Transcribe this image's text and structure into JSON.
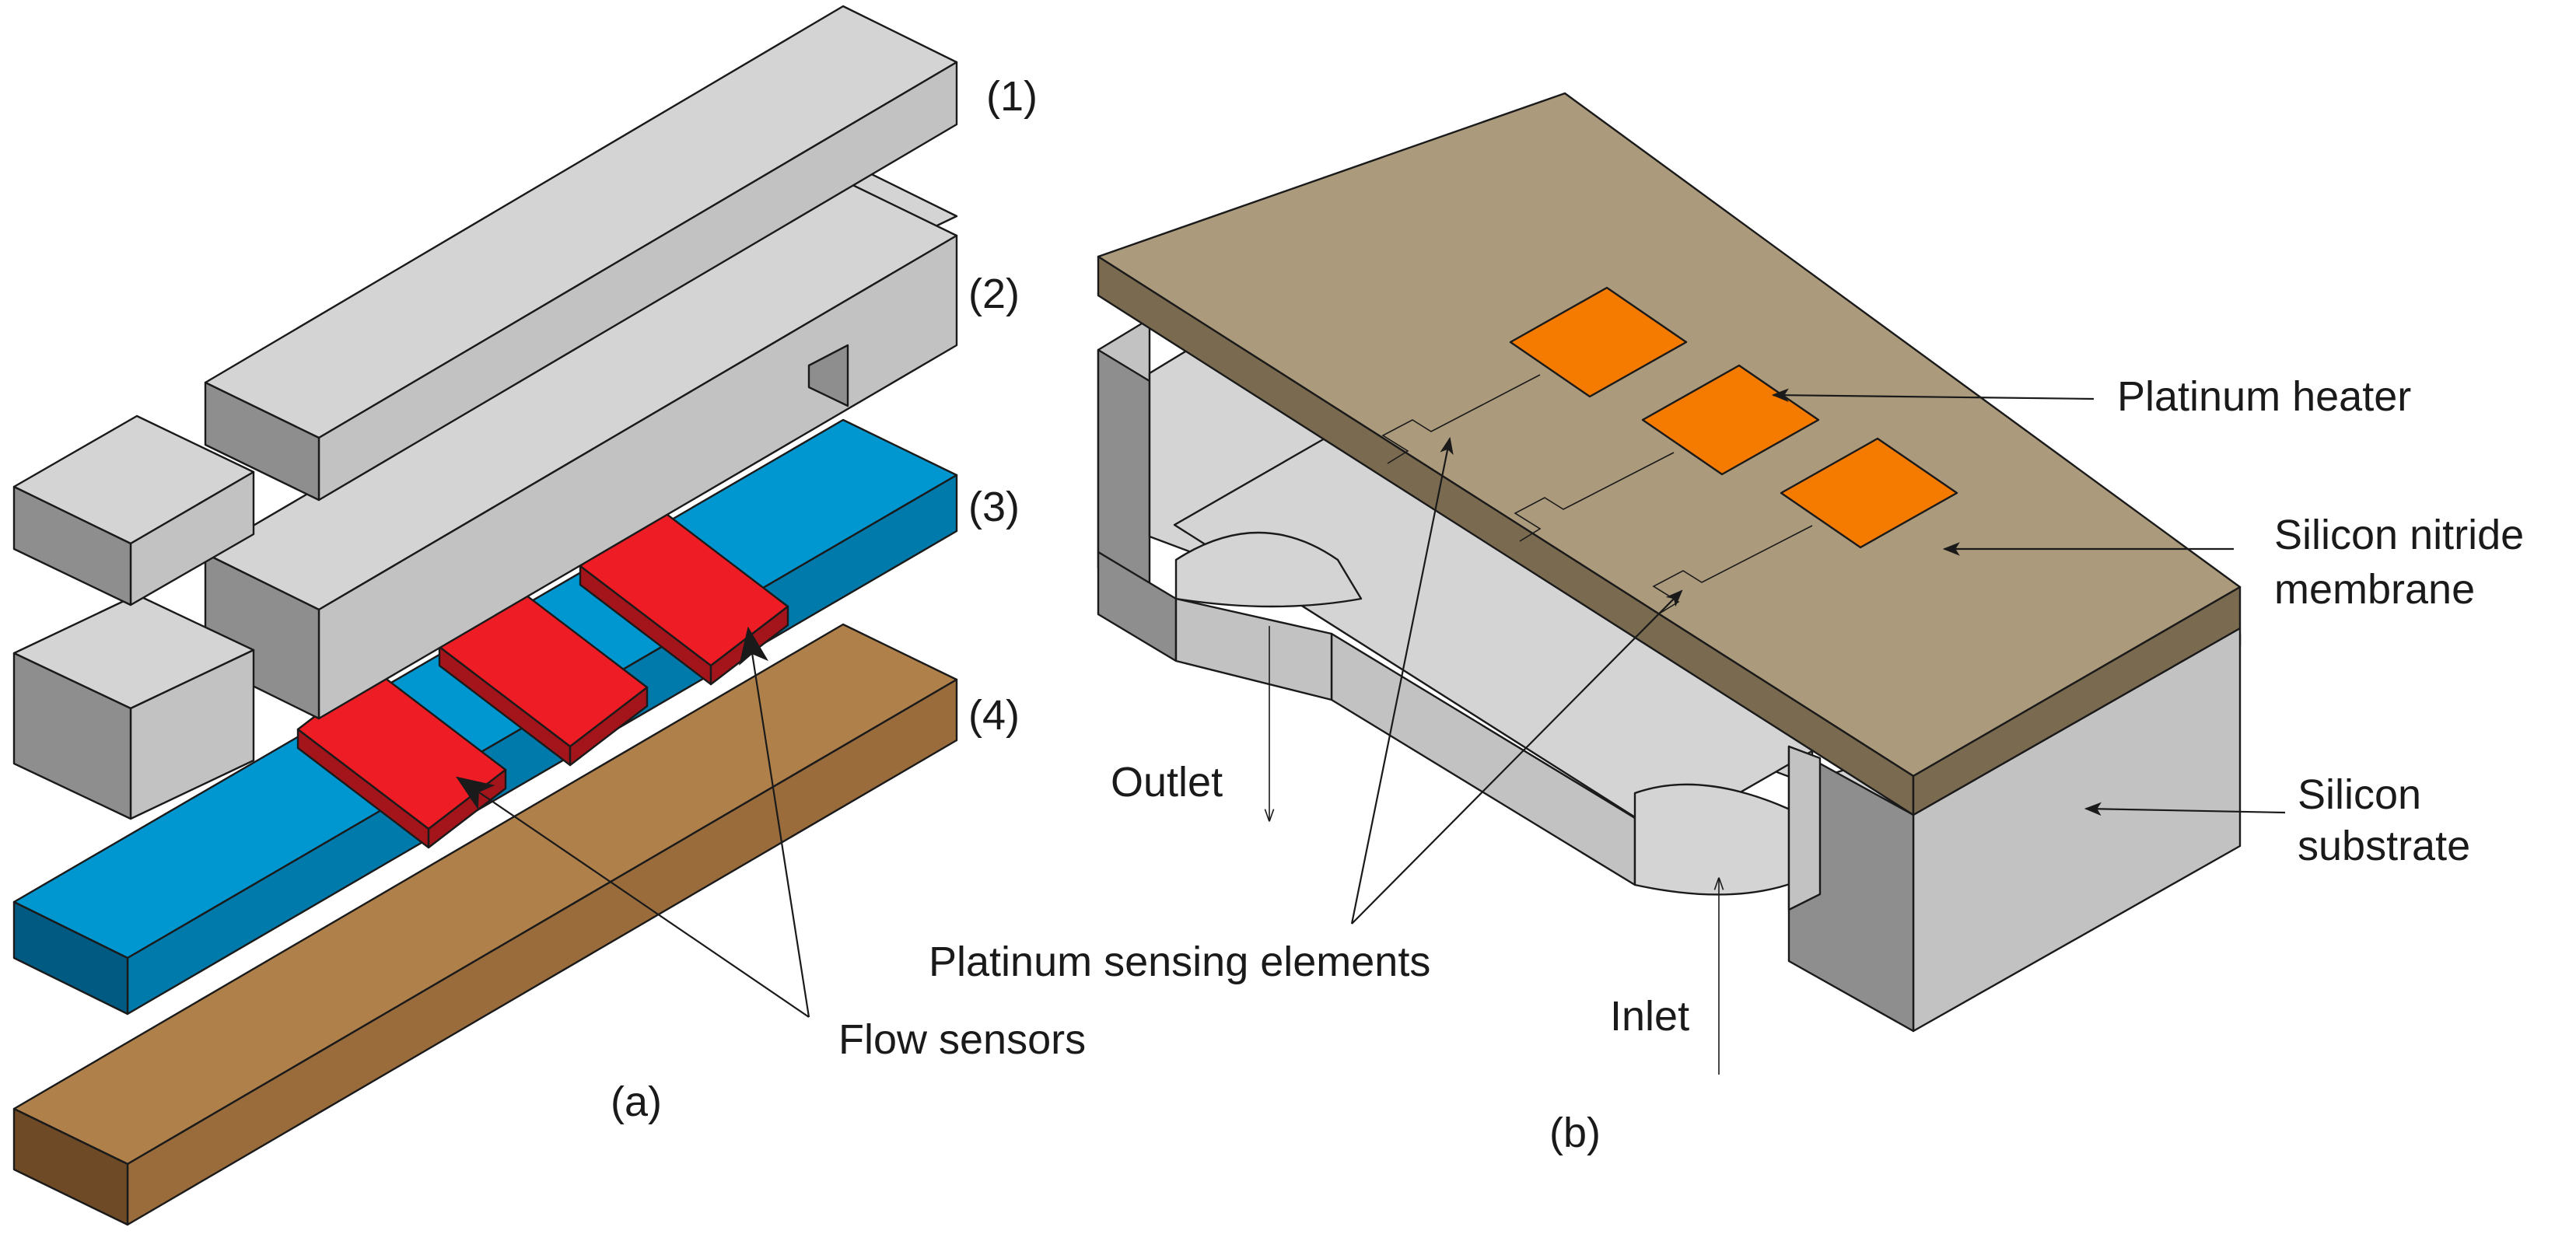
{
  "panel_a": {
    "caption": "(a)",
    "layer_labels": [
      "(1)",
      "(2)",
      "(3)",
      "(4)"
    ],
    "callout": "Flow sensors"
  },
  "panel_b": {
    "caption": "(b)",
    "heater_label": "Platinum heater",
    "membrane_label_line1": "Silicon nitride",
    "membrane_label_line2": "membrane",
    "substrate_label_line1": "Silicon",
    "substrate_label_line2": "substrate",
    "sensing_label": "Platinum sensing elements",
    "outlet_label": "Outlet",
    "inlet_label": "Inlet"
  },
  "colors": {
    "grey_top": "#d4d4d4",
    "grey_front": "#c2c2c2",
    "grey_side": "#8e8e8e",
    "blue_top": "#0096cf",
    "blue_front": "#0079ab",
    "blue_side": "#005a82",
    "red_top": "#ee1c24",
    "red_side": "#a3141b",
    "brown_top": "#b0804a",
    "brown_front": "#9a6c3c",
    "brown_side": "#6f4a26",
    "membrane_top": "#ab9a7c",
    "membrane_edge": "#7a6a50",
    "platinum": "#f57a00"
  }
}
